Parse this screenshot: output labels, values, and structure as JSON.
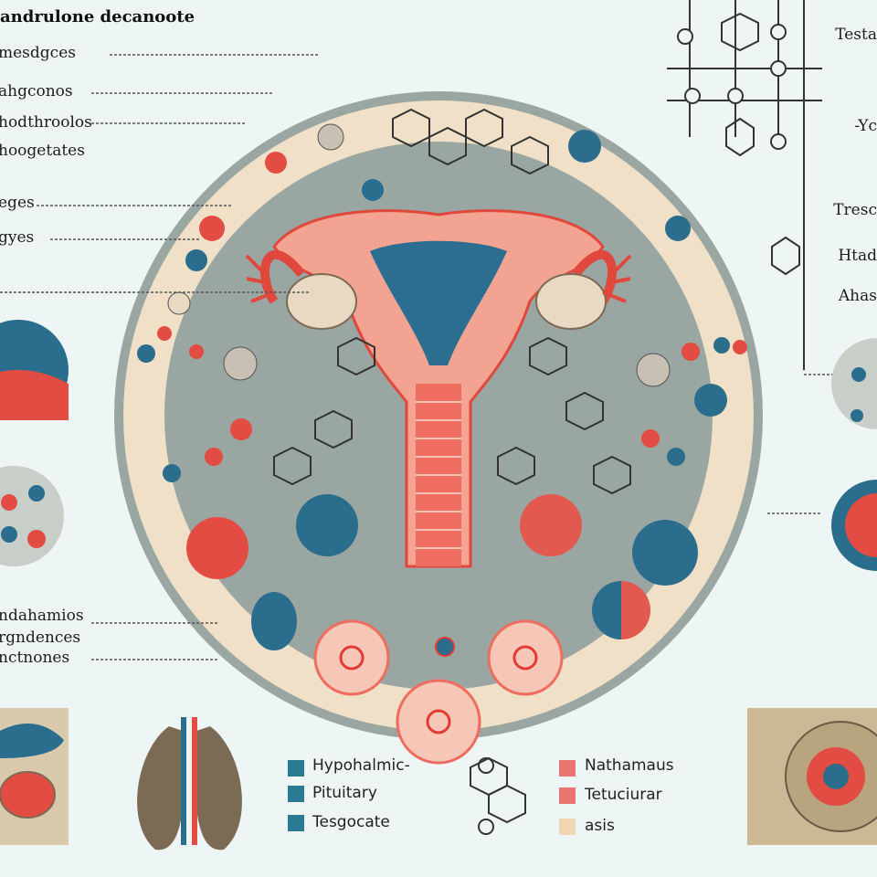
{
  "title": "andrulone decanoote",
  "left_labels": [
    {
      "text": "mesdgces"
    },
    {
      "text": "ahgconos"
    },
    {
      "text": "hodthroolos"
    },
    {
      "text": "hoogetates"
    },
    {
      "text": "eges"
    },
    {
      "text": "gyes"
    },
    {
      "text": "ndahamios"
    },
    {
      "text": "rgndences"
    },
    {
      "text": "nctnones"
    }
  ],
  "right_labels": [
    {
      "text": "Testa"
    },
    {
      "text": "-Yc"
    },
    {
      "text": "Tresc"
    },
    {
      "text": "Htad"
    },
    {
      "text": "Ahas"
    }
  ],
  "legend": [
    {
      "text": "Hypohalmic-",
      "color": "#2b7a93"
    },
    {
      "text": "Pituitary",
      "color": "#2b7a93"
    },
    {
      "text": "Tesgocate",
      "color": "#2b7a93"
    },
    {
      "text": "Nathamaus",
      "color": "#e9756e"
    },
    {
      "text": "Tetuciurar",
      "color": "#e9756e"
    },
    {
      "text": "asis",
      "color": "#f0d6b3"
    }
  ],
  "colors": {
    "teal": "#1f6d8a",
    "red": "#e23b34",
    "salmon": "#f07a6c",
    "beige": "#efe0c7",
    "grey": "#9aa6a2",
    "bg": "#eef5f5"
  }
}
